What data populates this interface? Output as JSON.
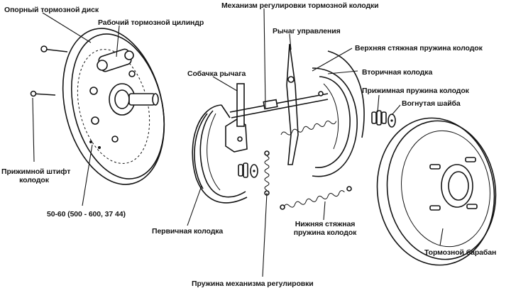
{
  "labels": {
    "backing_plate": "Опорный тормозной диск",
    "adjuster_mechanism": "Механизм регулировки тормозной колодки",
    "wheel_cylinder": "Рабочий тормозной цилиндр",
    "control_lever": "Рычаг управления",
    "upper_spring": "Верхняя стяжная пружина колодок",
    "lever_pawl": "Собачка  рычага",
    "secondary_shoe": "Вторичная колодка",
    "hold_down_spring": "Прижимная пружина колодок",
    "cupped_washer": "Вогнутая шайба",
    "hold_down_pin_line1": "Прижимной штифт",
    "hold_down_pin_line2": "колодок",
    "torque_spec": "50-60 (500 - 600, 37 44)",
    "primary_shoe": "Первичная колодка",
    "lower_spring_line1": "Нижняя стяжная",
    "lower_spring_line2": "пружина колодок",
    "brake_drum": "Тормозной барабан",
    "adjuster_spring": "Пружина механизма регулировки"
  },
  "colors": {
    "ink": "#141414",
    "paper": "#ffffff"
  }
}
